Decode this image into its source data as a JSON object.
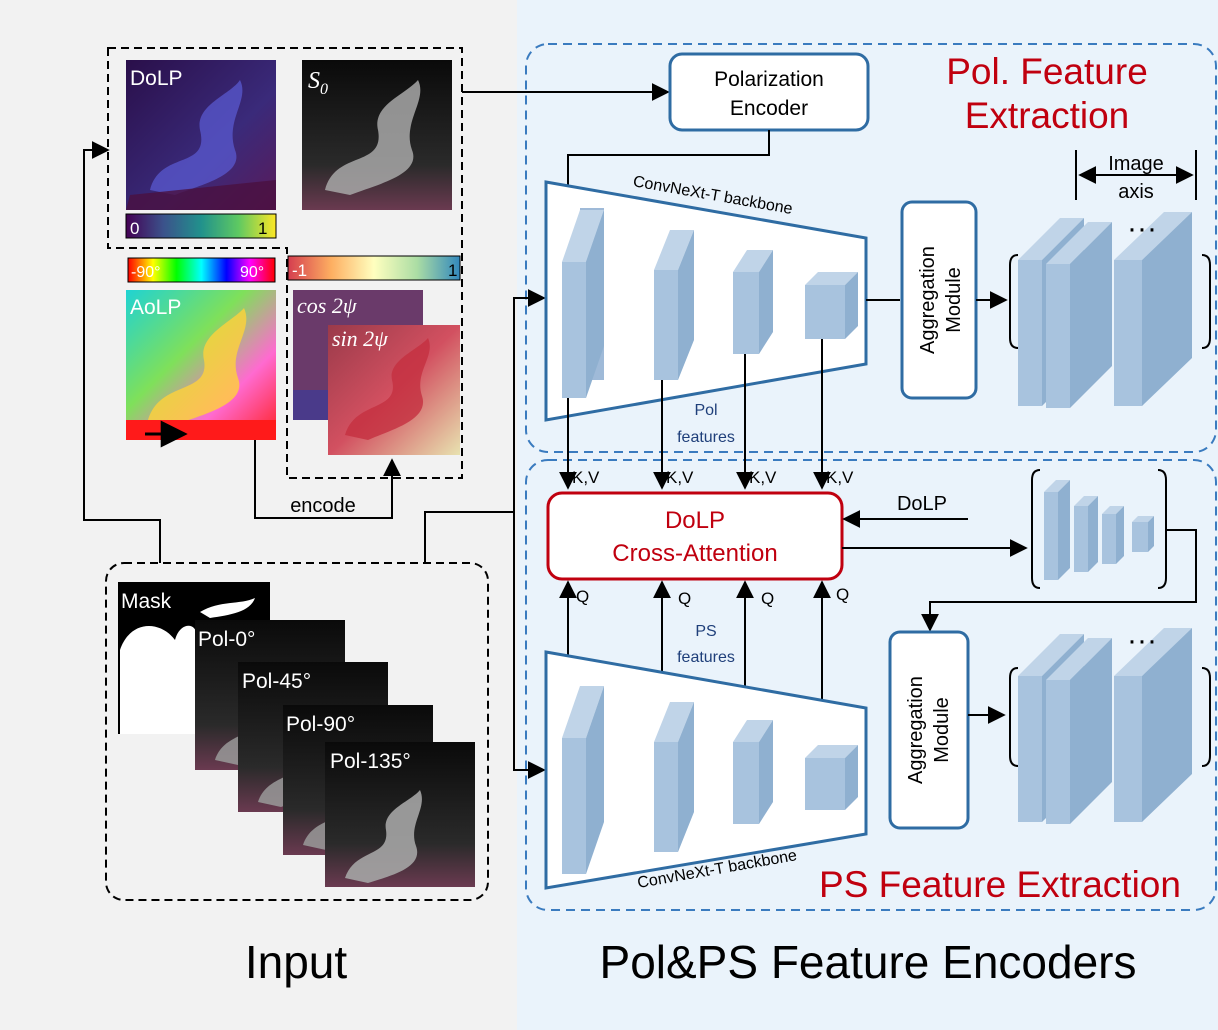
{
  "input_panel": {
    "caption": "Input",
    "dolp_label": "DoLP",
    "s0_label": "S",
    "s0_sub": "0",
    "dolp_bar_min": "0",
    "dolp_bar_max": "1",
    "aolp_label": "AoLP",
    "aolp_bar_min": "-90°",
    "aolp_bar_max": "90°",
    "trig_bar_min": "-1",
    "trig_bar_max": "1",
    "cos_label": "cos 2ψ",
    "sin_label": "sin 2ψ",
    "encode_label": "encode",
    "stack_labels": [
      "Mask",
      "Pol-0°",
      "Pol-45°",
      "Pol-90°",
      "Pol-135°"
    ]
  },
  "encoders_panel": {
    "caption": "Pol&PS Feature Encoders",
    "pol_section_title_line1": "Pol. Feature",
    "pol_section_title_line2": "Extraction",
    "ps_section_title": "PS Feature Extraction",
    "polarization_encoder_line1": "Polarization",
    "polarization_encoder_line2": "Encoder",
    "backbone_top_label": "ConvNeXt-T backbone",
    "backbone_bottom_label": "ConvNeXt-T backbone",
    "aggregation_top_line1": "Aggregation",
    "aggregation_top_line2": "Module",
    "aggregation_bottom_line1": "Aggregation",
    "aggregation_bottom_line2": "Module",
    "image_axis_line1": "Image",
    "image_axis_line2": "axis",
    "ellipsis": "···",
    "pol_features_line1": "Pol",
    "pol_features_line2": "features",
    "ps_features_line1": "PS",
    "ps_features_line2": "features",
    "kv_label": "K,V",
    "q_label": "Q",
    "cross_attention_line1": "DoLP",
    "cross_attention_line2": "Cross-Attention",
    "dolp_input_label": "DoLP"
  },
  "colors": {
    "panel_left_bg": "#f2f2f2",
    "panel_right_bg": "#eaf3fb",
    "accent_red": "#c0000f",
    "box_blue": "#2f6ca3",
    "block_face": "#a8c3de",
    "block_side": "#8fb0d0",
    "feature_text": "#1f3f7a"
  }
}
